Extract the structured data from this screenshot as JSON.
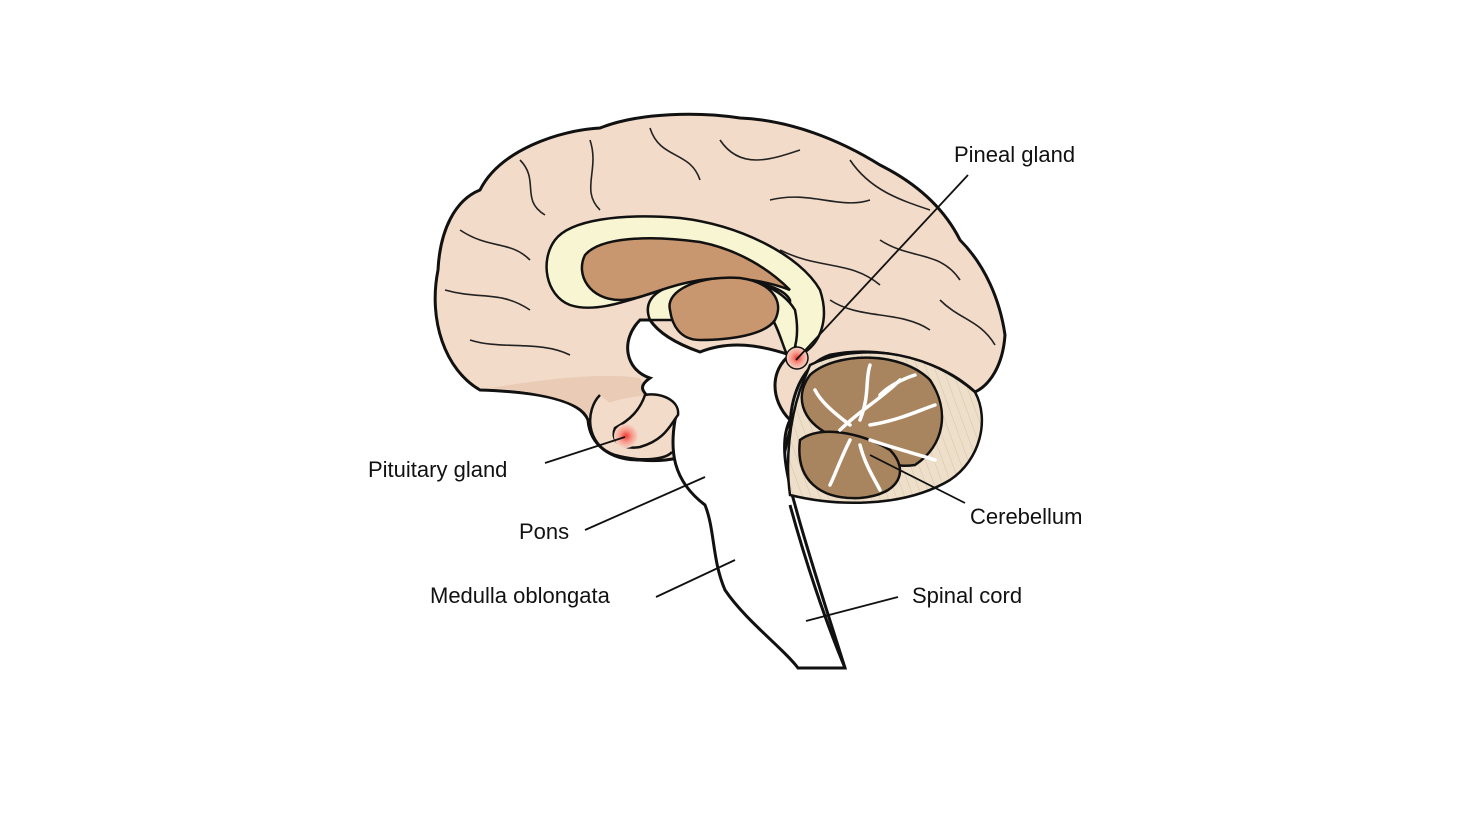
{
  "labels": {
    "pineal": "Pineal gland",
    "pituitary": "Pituitary gland",
    "pons": "Pons",
    "medulla": "Medulla oblongata",
    "cerebellum": "Cerebellum",
    "spinal": "Spinal cord"
  },
  "colors": {
    "cerebrum": "#f2dbc8",
    "cerebrum_shade": "#e9cbb6",
    "corpus_callosum": "#f8f5d2",
    "thalamus": "#c9976f",
    "cerebellum": "#a8855f",
    "cerebellum_outer": "#ecdcc6",
    "gland": "#f04a3c"
  }
}
